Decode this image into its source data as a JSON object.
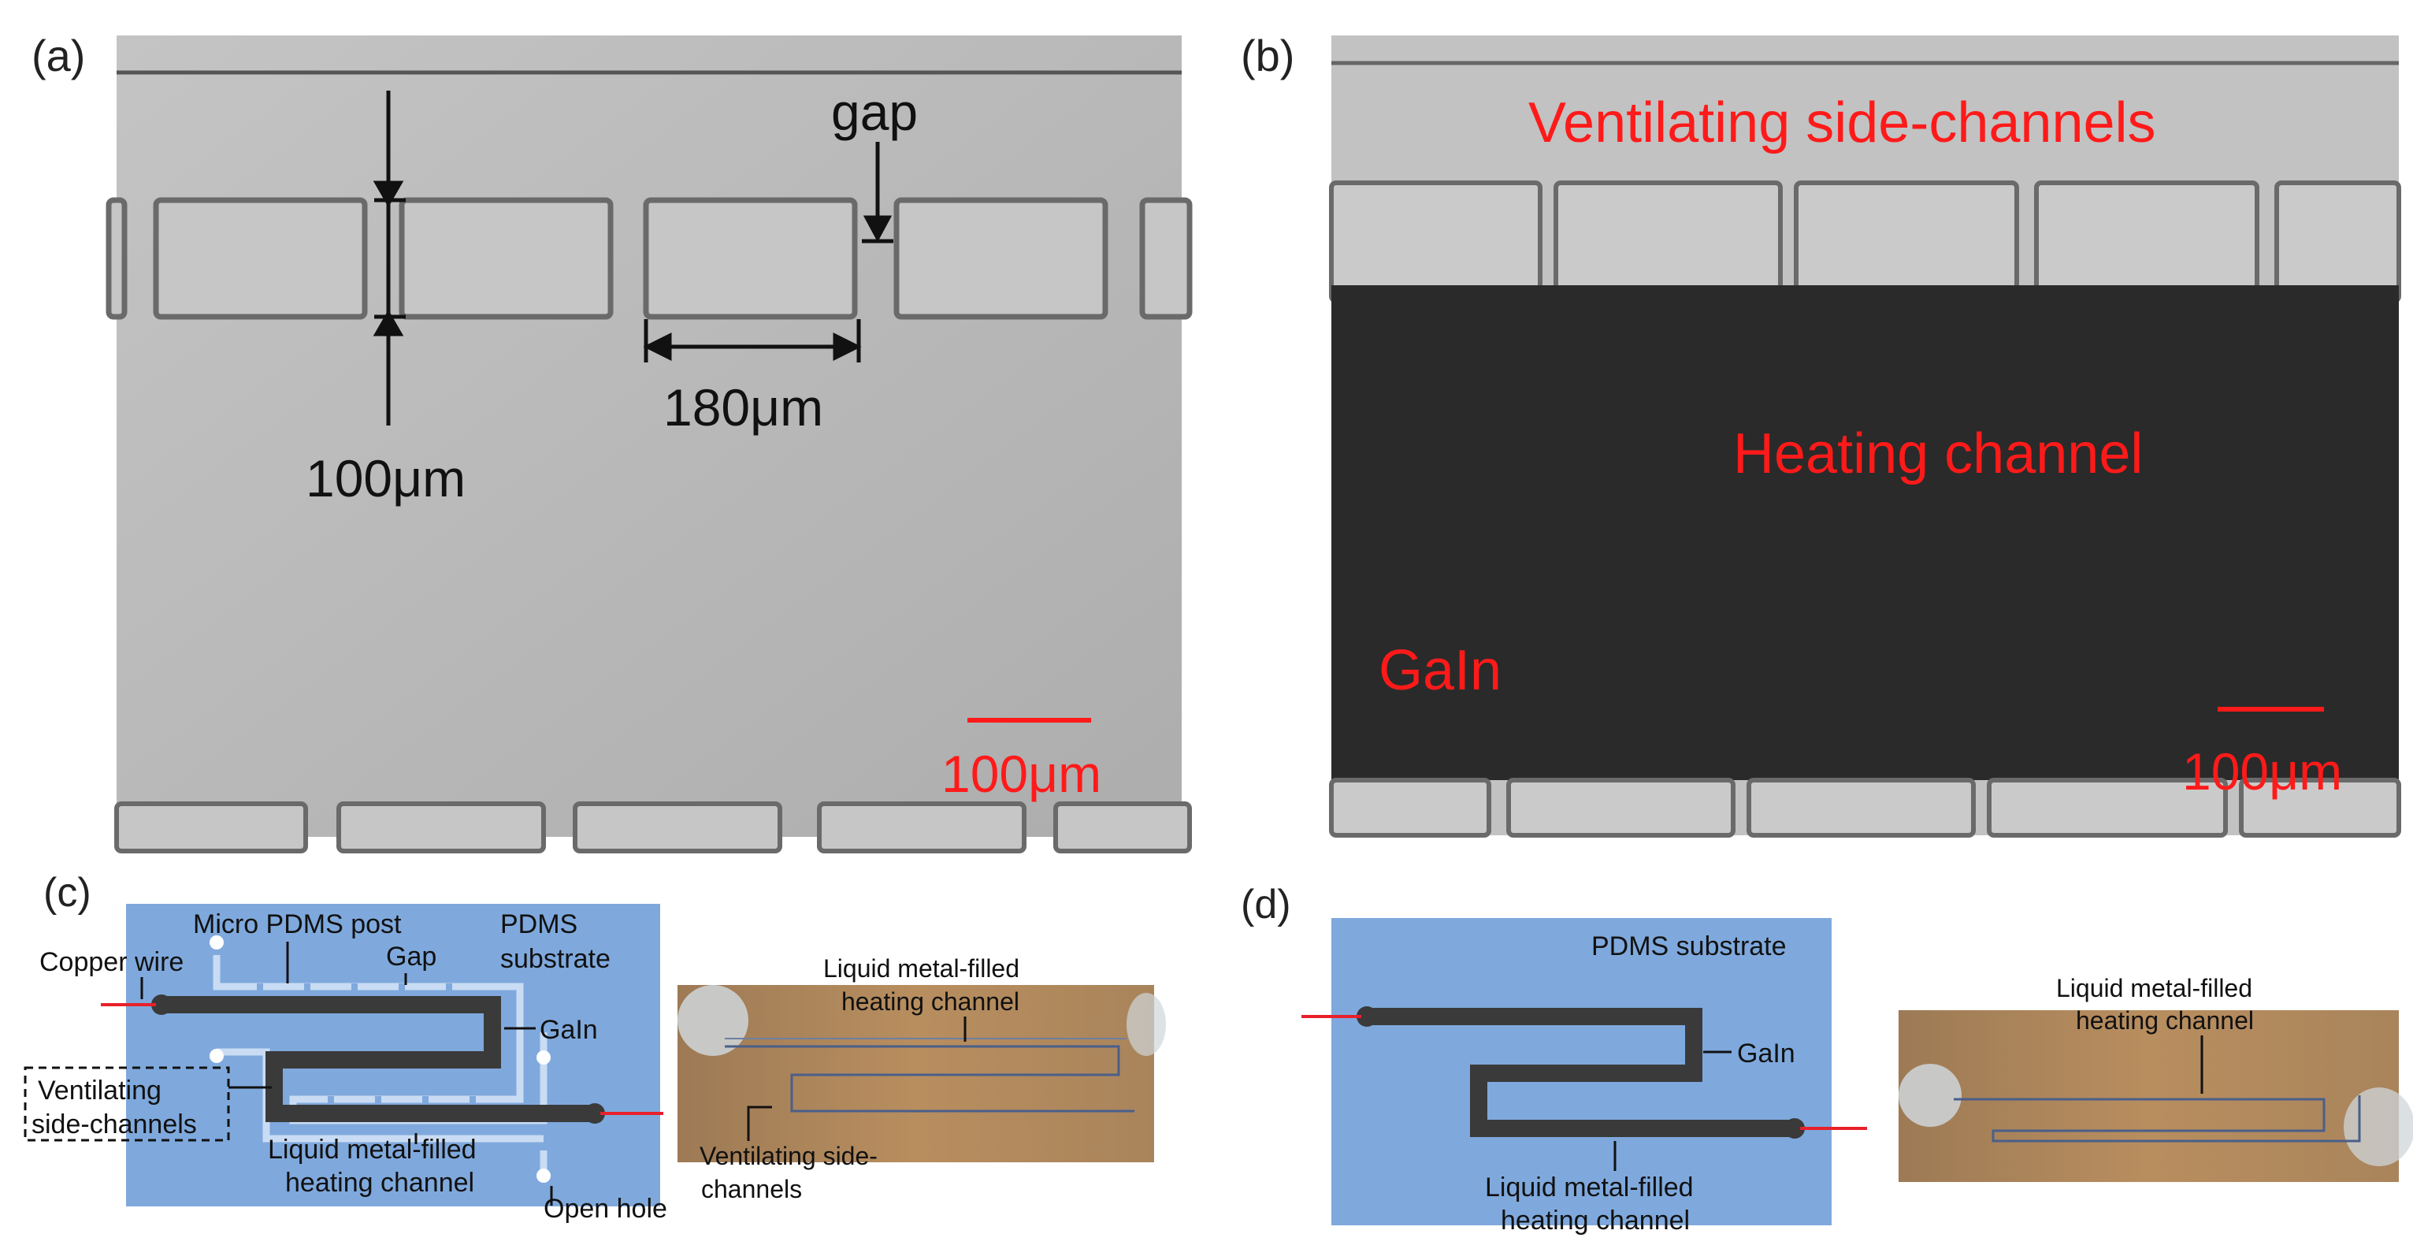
{
  "panels": {
    "a": {
      "label": "(a)",
      "gap_label": "gap",
      "width_label": "180μm",
      "height_label": "100μm",
      "scale_label": "100μm"
    },
    "b": {
      "label": "(b)",
      "ventilating_label": "Ventilating side-channels",
      "heating_label": "Heating channel",
      "metal_label": "GaIn",
      "scale_label": "100μm"
    },
    "c": {
      "label": "(c)",
      "micro_post": "Micro PDMS post",
      "pdms_line1": "PDMS",
      "pdms_line2": "substrate",
      "copper_wire": "Copper wire",
      "gap": "Gap",
      "gain": "GaIn",
      "ventilating_line1": "Ventilating",
      "ventilating_line2": "side-channels",
      "heating_line1": "Liquid metal-filled",
      "heating_line2": "heating channel",
      "open_hole": "Open hole",
      "photo_heating_line1": "Liquid metal-filled",
      "photo_heating_line2": "heating channel",
      "photo_vent_line1": "Ventilating side-",
      "photo_vent_line2": "channels"
    },
    "d": {
      "label": "(d)",
      "pdms_substrate": "PDMS  substrate",
      "gain": "GaIn",
      "heating_line1": "Liquid metal-filled",
      "heating_line2": "heating channel",
      "photo_heating_line1": "Liquid metal-filled",
      "photo_heating_line2": "heating channel"
    }
  },
  "colors": {
    "micrograph_light": "#b9b9b9",
    "micrograph_dark": "#2a2a2a",
    "annotation_red": "#ff1a1a",
    "substrate_blue": "#7fa9dd",
    "channel_dark": "#3a3a3a",
    "photo_brown": "#b38a5c"
  }
}
